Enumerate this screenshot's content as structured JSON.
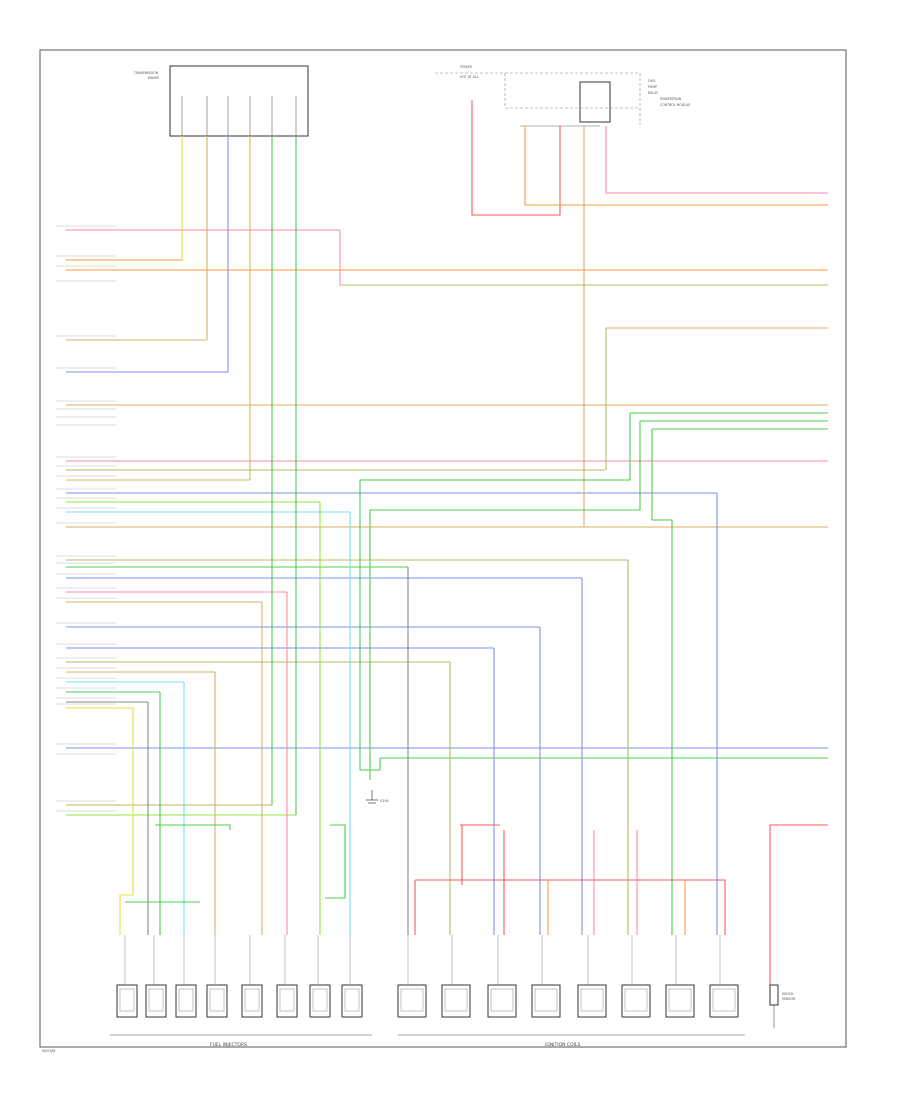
{
  "diagram": {
    "footer_code": "W003/W",
    "bottom_labels": {
      "left": "FUEL INJECTORS",
      "right": "IGNITION COILS"
    },
    "top_left_component": "TRANSMISSION RANGE",
    "top_right_component": "POWERTRAIN CONTROL MODULE",
    "ground_label": "G100",
    "colors": {
      "pink": "#ff8aa0",
      "orange": "#ff9a3c",
      "tan": "#d9b060",
      "yellow": "#e8e040",
      "blue": "#7d8ff0",
      "green": "#4ccc4c",
      "lime": "#8fe83a",
      "cyan": "#6fe3ef",
      "gray": "#888888",
      "red": "#ff5a5a",
      "olive": "#b8b860"
    }
  }
}
